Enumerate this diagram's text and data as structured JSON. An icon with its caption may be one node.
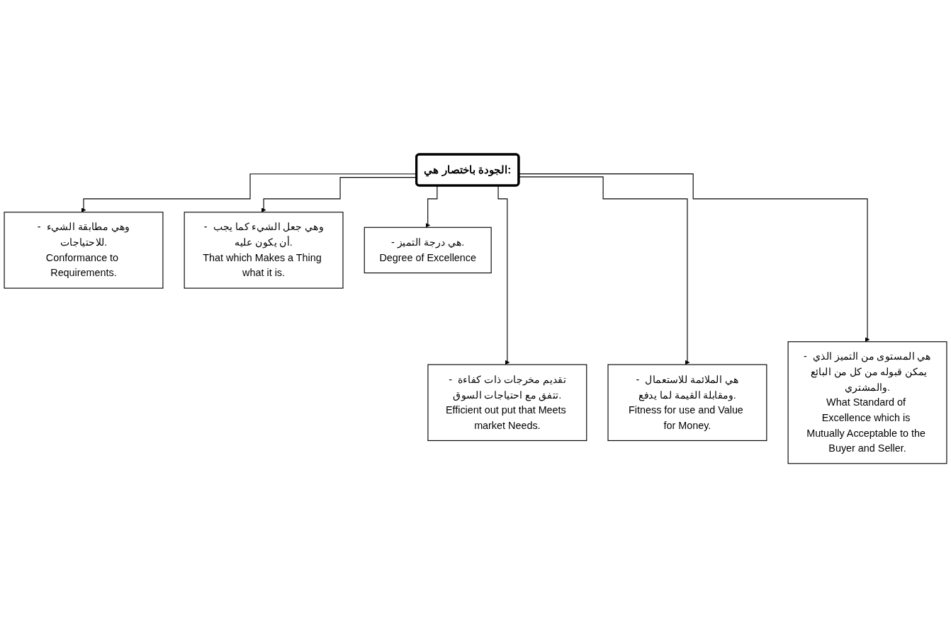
{
  "diagram": {
    "nodes": [
      {
        "text": [
          "الجودة باختصار هي:"
        ]
      },
      {
        "text": [
          "- هي درجة التميز.",
          "Degree of Excellence"
        ]
      },
      {
        "text": [
          "- وهي جعل الشيء كما يجب أن يكون عليه.",
          "That which Makes a Thing what it is."
        ]
      },
      {
        "text": [
          "- وهي مطابقة الشيء للاحتياجات.",
          "Conformance to Requirements."
        ]
      },
      {
        "text": [
          "- تقديم مخرجات ذات كفاءة تتفق مع احتياجات السوق.",
          "Efficient out put that Meets market Needs."
        ]
      },
      {
        "text": [
          "- هي الملائمة للاستعمال ومقابلة القيمة لما يدفع.",
          "Fitness for use and Value for Money."
        ]
      },
      {
        "text": [
          "- هي المستوى من التميز الذي يمكن قبوله من كل من البائع والمشتري.",
          "What Standard of Excellence which is Mutually Acceptable to the Buyer and Seller."
        ]
      }
    ],
    "edges": [
      {
        "from": 0,
        "to": 1,
        "arrow": "to"
      },
      {
        "from": 0,
        "to": 2,
        "arrow": "to"
      },
      {
        "from": 0,
        "to": 3,
        "arrow": "to"
      },
      {
        "from": 0,
        "to": 4,
        "arrow": "to"
      },
      {
        "from": 0,
        "to": 5,
        "arrow": "to"
      },
      {
        "from": 0,
        "to": 6,
        "arrow": "to"
      }
    ]
  }
}
